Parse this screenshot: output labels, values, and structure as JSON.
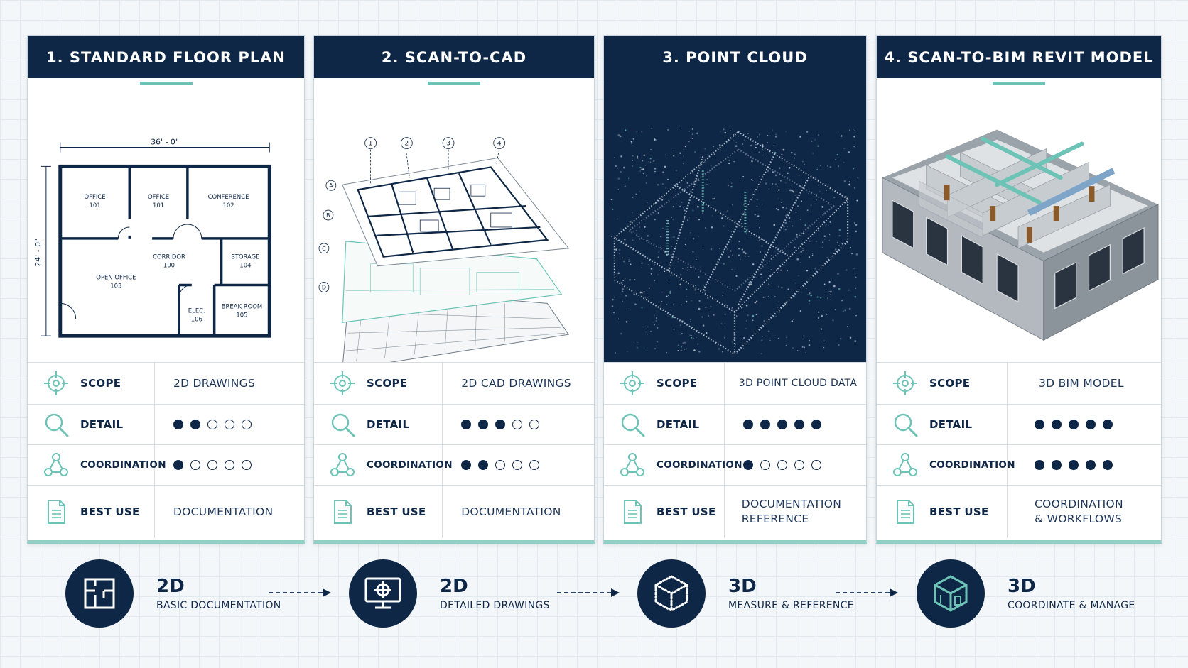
{
  "colors": {
    "navy": "#0f2747",
    "teal": "#6cc3b6",
    "panel_bg": "#ffffff"
  },
  "panels": [
    {
      "title": "1. STANDARD FLOOR PLAN",
      "plan": {
        "width_dim": "36' - 0\"",
        "height_dim": "24' - 0\"",
        "rooms": [
          {
            "name": "OFFICE",
            "num": "101"
          },
          {
            "name": "OFFICE",
            "num": "101"
          },
          {
            "name": "CONFERENCE",
            "num": "102"
          },
          {
            "name": "CORRIDOR",
            "num": "100"
          },
          {
            "name": "STORAGE",
            "num": "104"
          },
          {
            "name": "OPEN OFFICE",
            "num": "103"
          },
          {
            "name": "ELEC.",
            "num": "106"
          },
          {
            "name": "BREAK ROOM",
            "num": "105"
          }
        ]
      },
      "rows": {
        "scope_label": "SCOPE",
        "scope_value": "2D DRAWINGS",
        "detail_label": "DETAIL",
        "detail_level": 2,
        "coord_label": "COORDINATION",
        "coord_level": 1,
        "best_label": "BEST USE",
        "best_value": "DOCUMENTATION"
      }
    },
    {
      "title": "2. SCAN-TO-CAD",
      "grid_cols": [
        "1",
        "2",
        "3",
        "4"
      ],
      "grid_rows": [
        "A",
        "B",
        "C",
        "D"
      ],
      "rows": {
        "scope_label": "SCOPE",
        "scope_value": "2D CAD DRAWINGS",
        "detail_label": "DETAIL",
        "detail_level": 3,
        "coord_label": "COORDINATION",
        "coord_level": 2,
        "best_label": "BEST USE",
        "best_value": "DOCUMENTATION"
      }
    },
    {
      "title": "3. POINT CLOUD",
      "rows": {
        "scope_label": "SCOPE",
        "scope_value": "3D POINT CLOUD DATA",
        "detail_label": "DETAIL",
        "detail_level": 5,
        "coord_label": "COORDINATION",
        "coord_level": 1,
        "best_label": "BEST USE",
        "best_value_1": "DOCUMENTATION",
        "best_value_2": "REFERENCE"
      }
    },
    {
      "title": "4. SCAN-TO-BIM REVIT MODEL",
      "rows": {
        "scope_label": "SCOPE",
        "scope_value": "3D BIM MODEL",
        "detail_label": "DETAIL",
        "detail_level": 5,
        "coord_label": "COORDINATION",
        "coord_level": 5,
        "best_label": "BEST USE",
        "best_value_1": "COORDINATION",
        "best_value_2": "& WORKFLOWS"
      }
    }
  ],
  "steps": [
    {
      "title": "2D",
      "subtitle": "BASIC DOCUMENTATION",
      "icon": "floor-plan-icon"
    },
    {
      "title": "2D",
      "subtitle": "DETAILED DRAWINGS",
      "icon": "monitor-crosshair-icon"
    },
    {
      "title": "3D",
      "subtitle": "MEASURE & REFERENCE",
      "icon": "dotted-cube-icon"
    },
    {
      "title": "3D",
      "subtitle": "COORDINATE & MANAGE",
      "icon": "model-box-icon"
    }
  ]
}
